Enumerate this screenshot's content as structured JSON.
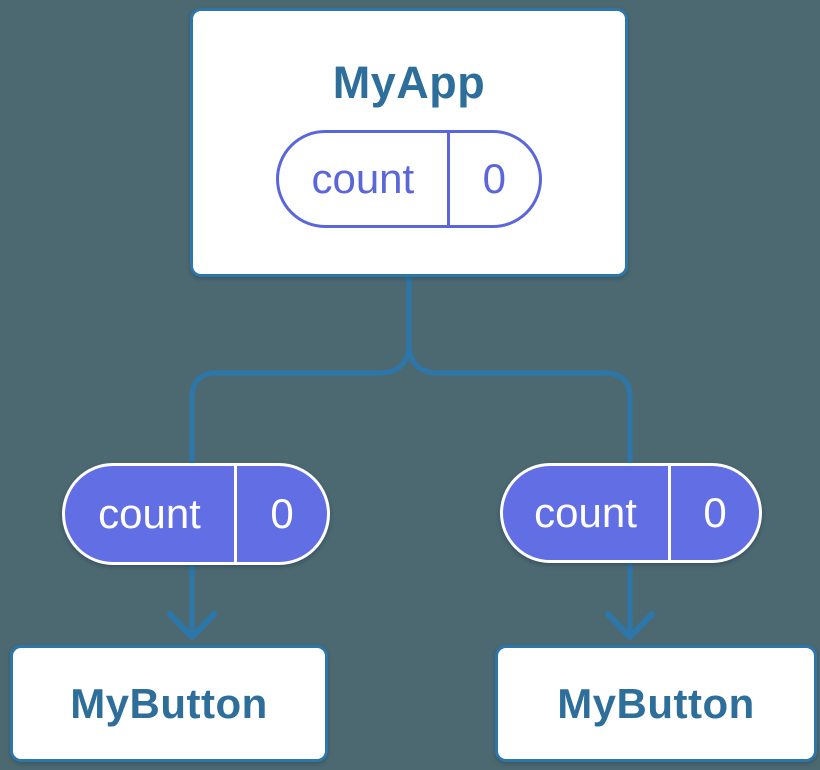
{
  "diagram": {
    "root": {
      "title": "MyApp",
      "state_badge": {
        "label": "count",
        "value": "0"
      }
    },
    "children": [
      {
        "title": "MyButton",
        "prop_badge": {
          "label": "count",
          "value": "0"
        }
      },
      {
        "title": "MyButton",
        "prop_badge": {
          "label": "count",
          "value": "0"
        }
      }
    ],
    "colors": {
      "background": "#4c6972",
      "connector_blue": "#2d76a9",
      "card_border_blue": "#2d76a9",
      "heading_blue": "#2e6e9b",
      "badge_fill_purple": "#626ee3",
      "badge_outline_purple": "#5b66da",
      "card_fill": "#ffffff",
      "badge_text_on_fill": "#ffffff"
    }
  }
}
